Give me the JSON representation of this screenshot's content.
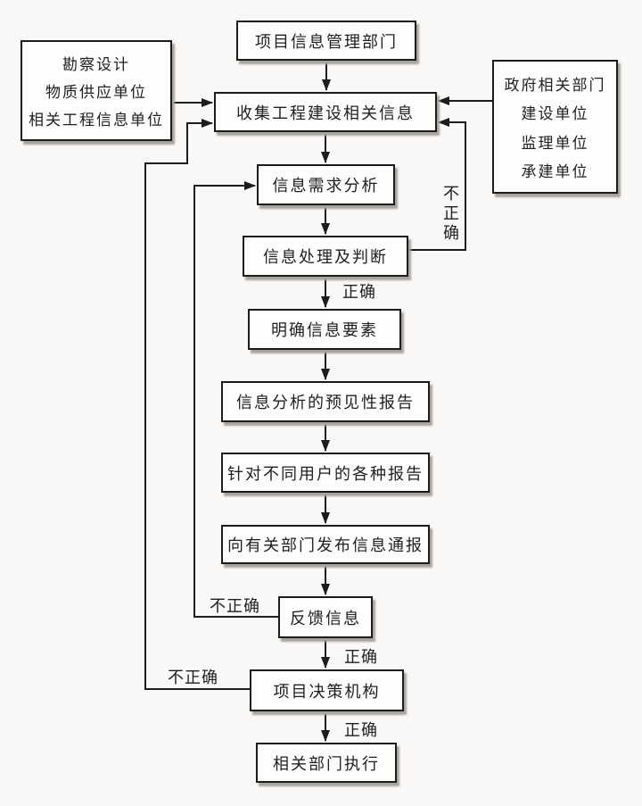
{
  "colors": {
    "background": "#faf8f6",
    "line": "#1c1c1c",
    "box_fill": "#fdfdfc",
    "box_shadow": "#a6a29e",
    "text": "#1f1f1f"
  },
  "nodes": {
    "project_info_dept": "项目信息管理部门",
    "collect_info": "收集工程建设相关信息",
    "left_sources": [
      "勘察设计",
      "物质供应单位",
      "相关工程信息单位"
    ],
    "right_sources": [
      "政府相关部门",
      "建设单位",
      "监理单位",
      "承建单位"
    ],
    "demand_analysis": "信息需求分析",
    "processing_judgment": "信息处理及判断",
    "clarify_elements": "明确信息要素",
    "predictive_report": "信息分析的预见性报告",
    "user_reports": "针对不同用户的各种报告",
    "publish_bulletin": "向有关部门发布信息通报",
    "feedback": "反馈信息",
    "decision_body": "项目决策机构",
    "execution": "相关部门执行"
  },
  "edge_labels": {
    "correct_after_processing": "正确",
    "correct_after_feedback": "正确",
    "correct_after_decision": "正确",
    "incorrect_processing_loop": "不正确",
    "incorrect_feedback_loop": "不正确",
    "incorrect_decision_loop": "不正确"
  }
}
